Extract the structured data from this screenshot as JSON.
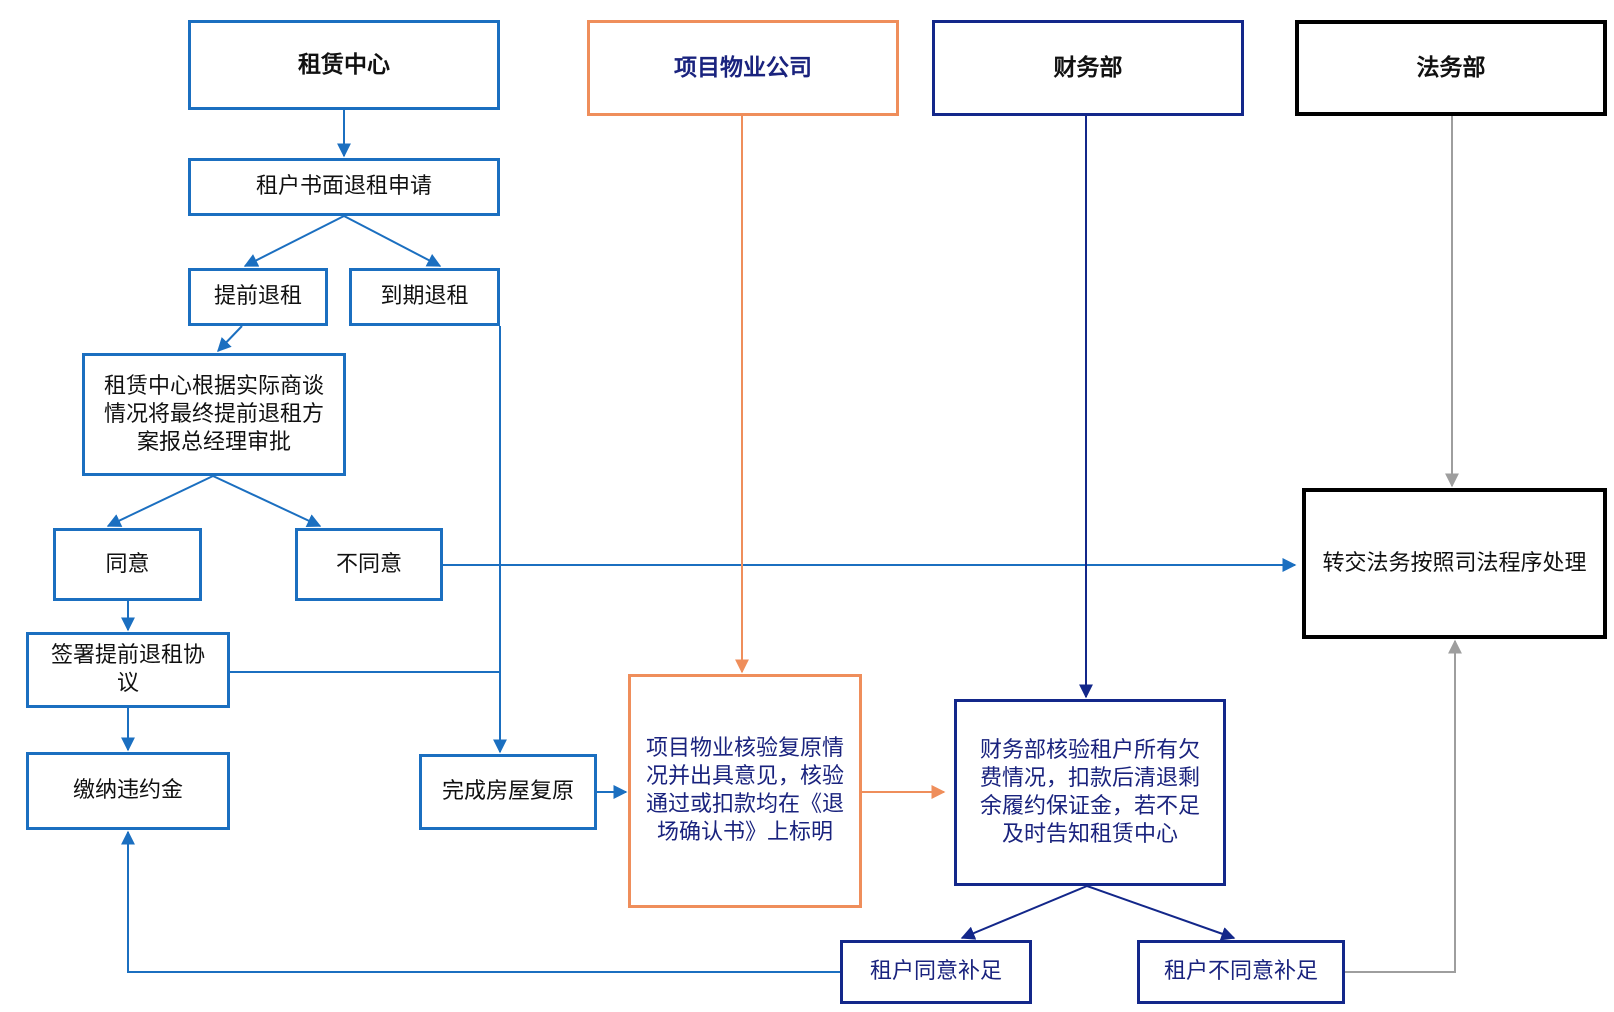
{
  "columns": {
    "leasing_center": "租赁中心",
    "property_company": "项目物业公司",
    "finance": "财务部",
    "legal": "法务部"
  },
  "nodes": {
    "apply": "租户书面退租申请",
    "early": "提前退租",
    "expire": "到期退租",
    "report": "租赁中心根据实际商谈情况将最终提前退租方案报总经理审批",
    "agree": "同意",
    "disagree": "不同意",
    "sign": "签署提前退租协议",
    "penalty": "缴纳违约金",
    "restore": "完成房屋复原",
    "property_check": "项目物业核验复原情况并出具意见，核验通过或扣款均在《退场确认书》上标明",
    "finance_check": "财务部核验租户所有欠费情况，扣款后清退剩余履约保证金，若不足及时告知租赁中心",
    "legal_handle": "转交法务按照司法程序处理",
    "tenant_agree": "租户同意补足",
    "tenant_disagree": "租户不同意补足"
  },
  "colors": {
    "leasing_blue": "#1b6fc0",
    "property_orange": "#ef8e5b",
    "finance_navy": "#13278a",
    "legal_black": "#000000",
    "connector_gray": "#9e9e9e"
  }
}
